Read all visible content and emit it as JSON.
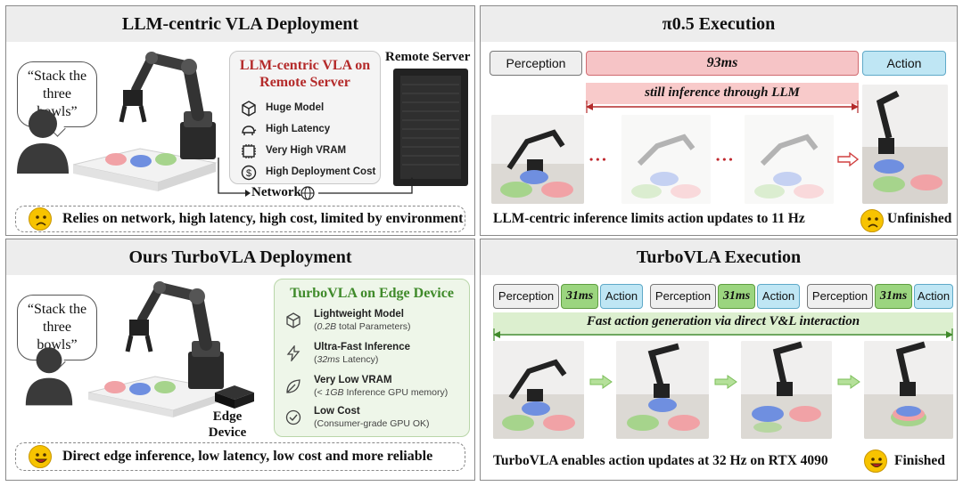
{
  "panels": {
    "top_left_title": "LLM-centric VLA Deployment",
    "top_right_title": "π0.5 Execution",
    "bottom_left_title": "Ours TurboVLA Deployment",
    "bottom_right_title": "TurboVLA Execution"
  },
  "llm": {
    "speech_line1": "“Stack the",
    "speech_line2": "three bowls”",
    "remote_server": "Remote Server",
    "box_title_line1": "LLM-centric VLA on",
    "box_title_line2": "Remote Server",
    "features": [
      "Huge Model",
      "High Latency",
      "Very High VRAM",
      "High Deployment Cost"
    ],
    "network": "Network",
    "summary": "Relies on network, high latency, high cost, limited by environment"
  },
  "pi": {
    "perception": "Perception",
    "latency": "93ms",
    "action": "Action",
    "banner": "still inference through LLM",
    "ellipsis": "• • •",
    "caption": "LLM-centric inference limits action updates to 11 Hz",
    "status": "Unfinished"
  },
  "turbo": {
    "speech_line1": "“Stack the",
    "speech_line2": "three bowls”",
    "box_title": "TurboVLA on Edge Device",
    "features": [
      {
        "title": "Lightweight  Model",
        "sub_em": "0.2B",
        "sub_rest": " total Parameters)",
        "sub_pre": "("
      },
      {
        "title": "Ultra-Fast Inference",
        "sub_pre": "(",
        "sub_em": "32ms",
        "sub_rest": " Latency)"
      },
      {
        "title": "Very Low VRAM",
        "sub_pre": "(< ",
        "sub_em": "1GB",
        "sub_rest": " Inference GPU memory)"
      },
      {
        "title": "Low Cost",
        "sub_pre": "(",
        "sub_em": "",
        "sub_rest": "Consumer-grade GPU OK)"
      }
    ],
    "edge_line1": "Edge",
    "edge_line2": "Device",
    "summary": "Direct edge inference, low latency, low cost and more reliable"
  },
  "turbo_exec": {
    "perception": "Perception",
    "latency": "31ms",
    "action": "Action",
    "banner": "Fast action generation via direct V&L interaction",
    "caption": "TurboVLA enables action updates at 32 Hz on RTX 4090",
    "status": "Finished"
  },
  "colors": {
    "red_box_bg": "#f6c4c6",
    "green_box_bg": "#eef6e9",
    "accent_red": "#b42a2a",
    "accent_green": "#3f8a2a",
    "bowl_pink": "#f1a2a6",
    "bowl_blue": "#6f8fe0",
    "bowl_green": "#a6d48c"
  }
}
